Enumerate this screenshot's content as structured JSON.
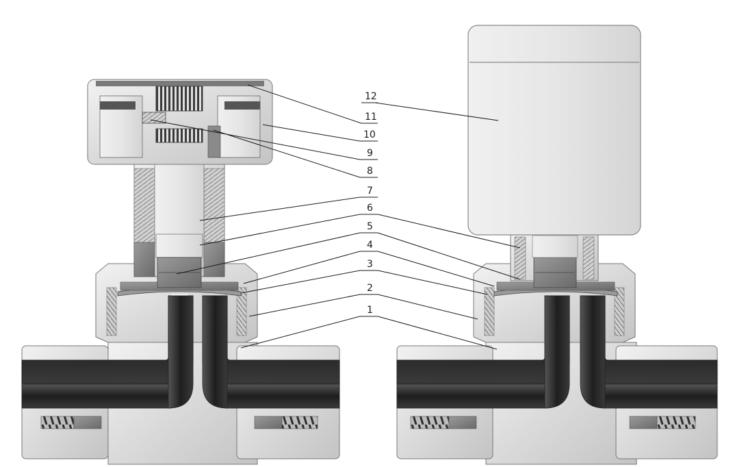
{
  "callouts": [
    {
      "label": "12"
    },
    {
      "label": "11"
    },
    {
      "label": "10"
    },
    {
      "label": "9"
    },
    {
      "label": "8"
    },
    {
      "label": "7"
    },
    {
      "label": "6"
    },
    {
      "label": "5"
    },
    {
      "label": "4"
    },
    {
      "label": "3"
    },
    {
      "label": "2"
    },
    {
      "label": "1"
    }
  ],
  "colors": {
    "metal_light": "#e6e6e6",
    "metal_mid": "#c8c8c8",
    "metal_dark": "#8a8a8a",
    "tube": "#2b2b2b",
    "outline": "#555555",
    "cap": "#e9e9e9"
  }
}
